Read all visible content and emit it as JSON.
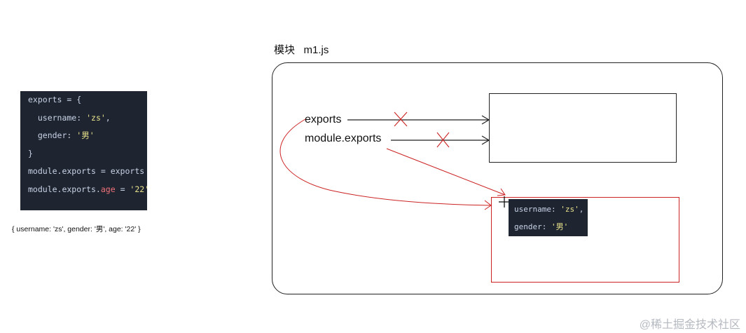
{
  "code_panel": {
    "line1": "exports = {",
    "line2_key": "  username: ",
    "line2_val": "'zs'",
    "line2_end": ",",
    "line3_key": "  gender: ",
    "line3_val_open": "'",
    "line3_val_cn": "男",
    "line3_val_close": "'",
    "line4": "}",
    "line5": "module.exports = exports",
    "line6_obj": "module.exports.",
    "line6_prop": "age",
    "line6_eq": " = ",
    "line6_val": "'22'"
  },
  "result_text": "{ username: 'zs', gender: '男', age: '22' }",
  "module_title": "模块   m1.js",
  "labels": {
    "exports": "exports",
    "module_exports": "module.exports"
  },
  "popup": {
    "line1_key": "username: ",
    "line1_val": "'zs'",
    "line1_end": ",",
    "line2_key": "gender: ",
    "line2_val_open": "'",
    "line2_val_cn": "男",
    "line2_val_close": "'"
  },
  "watermark": "@稀土掘金技术社区",
  "colors": {
    "code_bg": "#1e2430",
    "code_text": "#c8d3e6",
    "code_string": "#e9e38c",
    "code_property": "#f07178",
    "annotation_red": "#cc2222"
  }
}
